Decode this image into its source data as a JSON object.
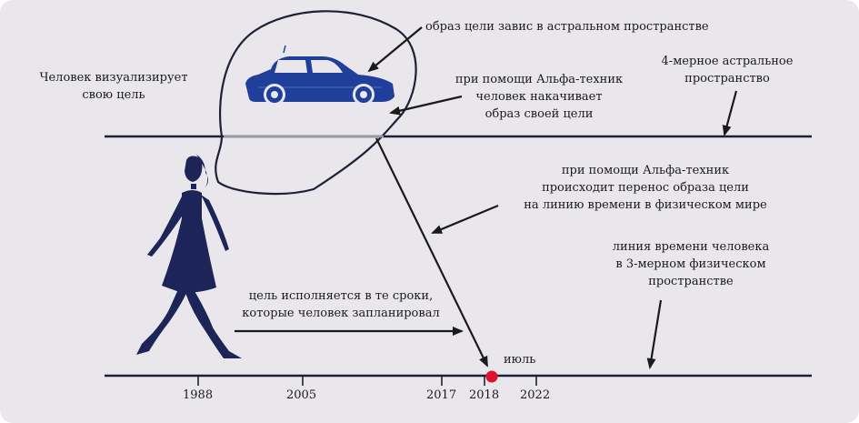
{
  "labels": {
    "visualize": [
      "Человек визуализирует",
      "свою цель"
    ],
    "goal_hangs": "образ цели завис в астральном пространстве",
    "alpha_pump": [
      "при помощи Альфа-техник",
      "человек накачивает",
      "образ своей цели"
    ],
    "astral_4d": [
      "4-мерное астральное",
      "пространство"
    ],
    "transfer": [
      "при помощи Альфа-техник",
      "происходит перенос образа цели",
      "на линию времени в физическом мире"
    ],
    "timeline_3d": [
      "линия времени человека",
      "в 3-мерном физическом",
      "пространстве"
    ],
    "fulfilled": [
      "цель исполняется в те сроки,",
      "которые человек запланировал"
    ],
    "month": "июль"
  },
  "years": [
    "1988",
    "2005",
    "2017",
    "2018",
    "2022"
  ],
  "icons": [
    "car-icon",
    "woman-silhouette-icon",
    "thought-bubble",
    "marker-dot"
  ],
  "colors": {
    "background": "#e9e7ec",
    "car": "#1f3f9a",
    "silhouette": "#1c2458",
    "marker": "#e0132c",
    "lines": "#1f1f36"
  }
}
